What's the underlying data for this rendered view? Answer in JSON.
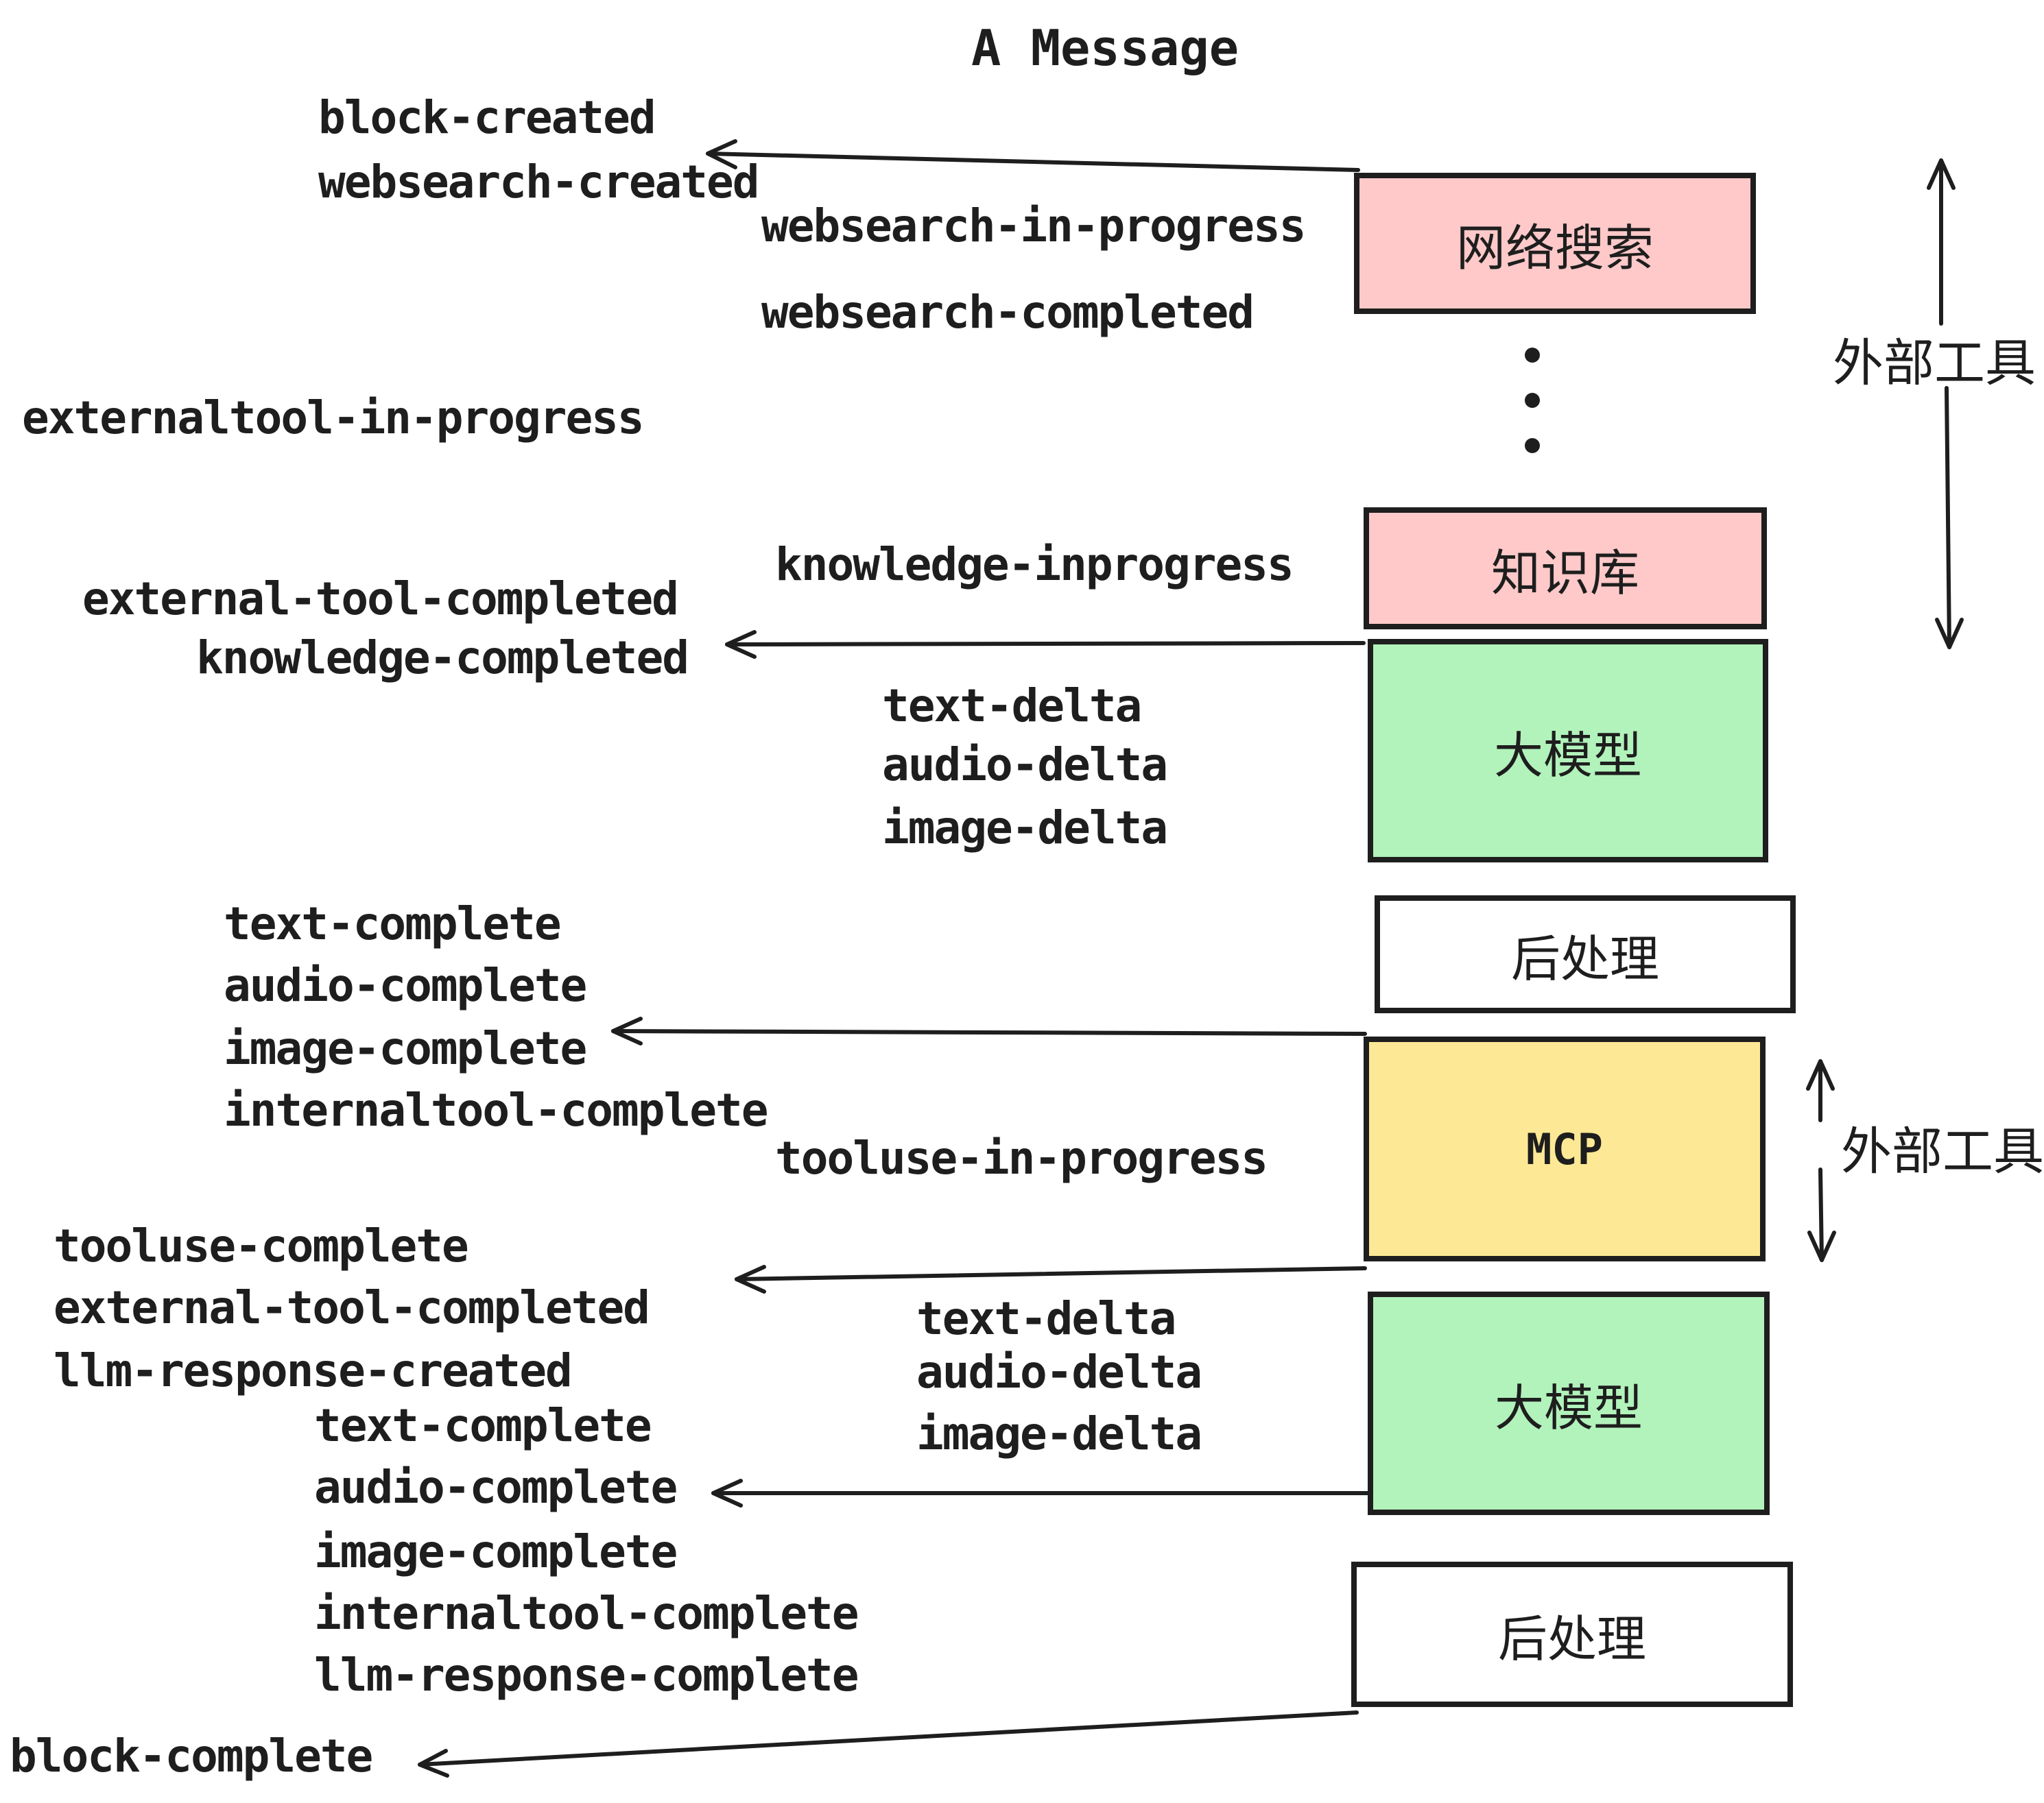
{
  "title": "A Message",
  "palette": {
    "ink": "#1e1e1e",
    "pink": "#ffc9c9",
    "green": "#b2f2bb",
    "yellow": "#fde995",
    "white": "#ffffff"
  },
  "events": {
    "block_created": "block-created",
    "websearch_created": "websearch-created",
    "websearch_in_progress": "websearch-in-progress",
    "websearch_completed": "websearch-completed",
    "externaltool_in_progress": "externaltool-in-progress",
    "knowledge_inprogress": "knowledge-inprogress",
    "external_tool_completed": "external-tool-completed",
    "knowledge_completed": "knowledge-completed",
    "text_delta": "text-delta",
    "audio_delta": "audio-delta",
    "image_delta": "image-delta",
    "text_complete": "text-complete",
    "audio_complete": "audio-complete",
    "image_complete": "image-complete",
    "internaltool_complete": "internaltool-complete",
    "tooluse_in_progress": "tooluse-in-progress",
    "tooluse_complete": "tooluse-complete",
    "llm_response_created": "llm-response-created",
    "llm_response_complete": "llm-response-complete",
    "block_complete": "block-complete"
  },
  "boxes": {
    "web_search": "网络搜索",
    "knowledge_base": "知识库",
    "llm": "大模型",
    "post_process": "后处理",
    "mcp": "MCP"
  },
  "side_labels": {
    "external_tools": "外部工具"
  }
}
